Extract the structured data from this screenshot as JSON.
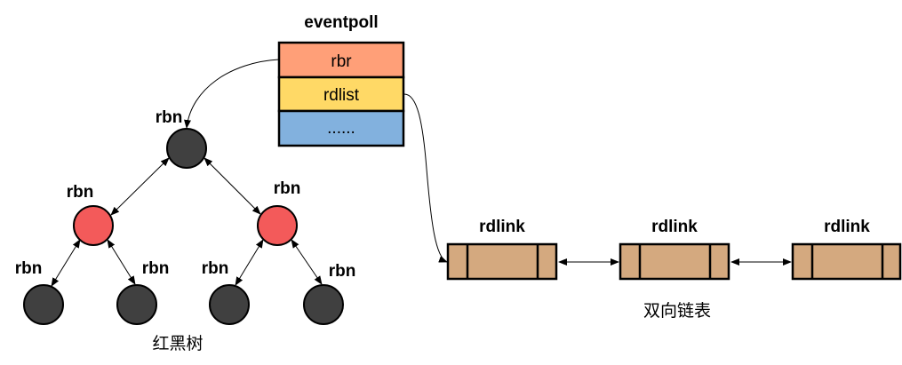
{
  "eventpoll": {
    "title": "eventpoll",
    "fields": [
      {
        "label": "rbr",
        "color": "#FF9F78"
      },
      {
        "label": "rdlist",
        "color": "#FFD966"
      },
      {
        "label": "......",
        "color": "#82B1DE"
      }
    ]
  },
  "tree": {
    "caption": "红黑树",
    "node_label": "rbn",
    "colors": {
      "black": "#404040",
      "red": "#F35A5A"
    },
    "nodes": [
      {
        "id": "root",
        "label": "rbn",
        "color": "black"
      },
      {
        "id": "left",
        "label": "rbn",
        "color": "red"
      },
      {
        "id": "right",
        "label": "rbn",
        "color": "red"
      },
      {
        "id": "left-left",
        "label": "rbn",
        "color": "black"
      },
      {
        "id": "left-right",
        "label": "rbn",
        "color": "black"
      },
      {
        "id": "right-left",
        "label": "rbn",
        "color": "black"
      },
      {
        "id": "right-right",
        "label": "rbn",
        "color": "black"
      }
    ],
    "edges": [
      [
        "root",
        "left"
      ],
      [
        "root",
        "right"
      ],
      [
        "left",
        "left-left"
      ],
      [
        "left",
        "left-right"
      ],
      [
        "right",
        "right-left"
      ],
      [
        "right",
        "right-right"
      ]
    ]
  },
  "list": {
    "caption": "双向链表",
    "node_color": "#D4A97F",
    "nodes": [
      {
        "label": "rdlink"
      },
      {
        "label": "rdlink"
      },
      {
        "label": "rdlink"
      }
    ]
  },
  "links": [
    {
      "from": "rbr",
      "to": "tree-root"
    },
    {
      "from": "rdlist",
      "to": "list-first"
    }
  ]
}
